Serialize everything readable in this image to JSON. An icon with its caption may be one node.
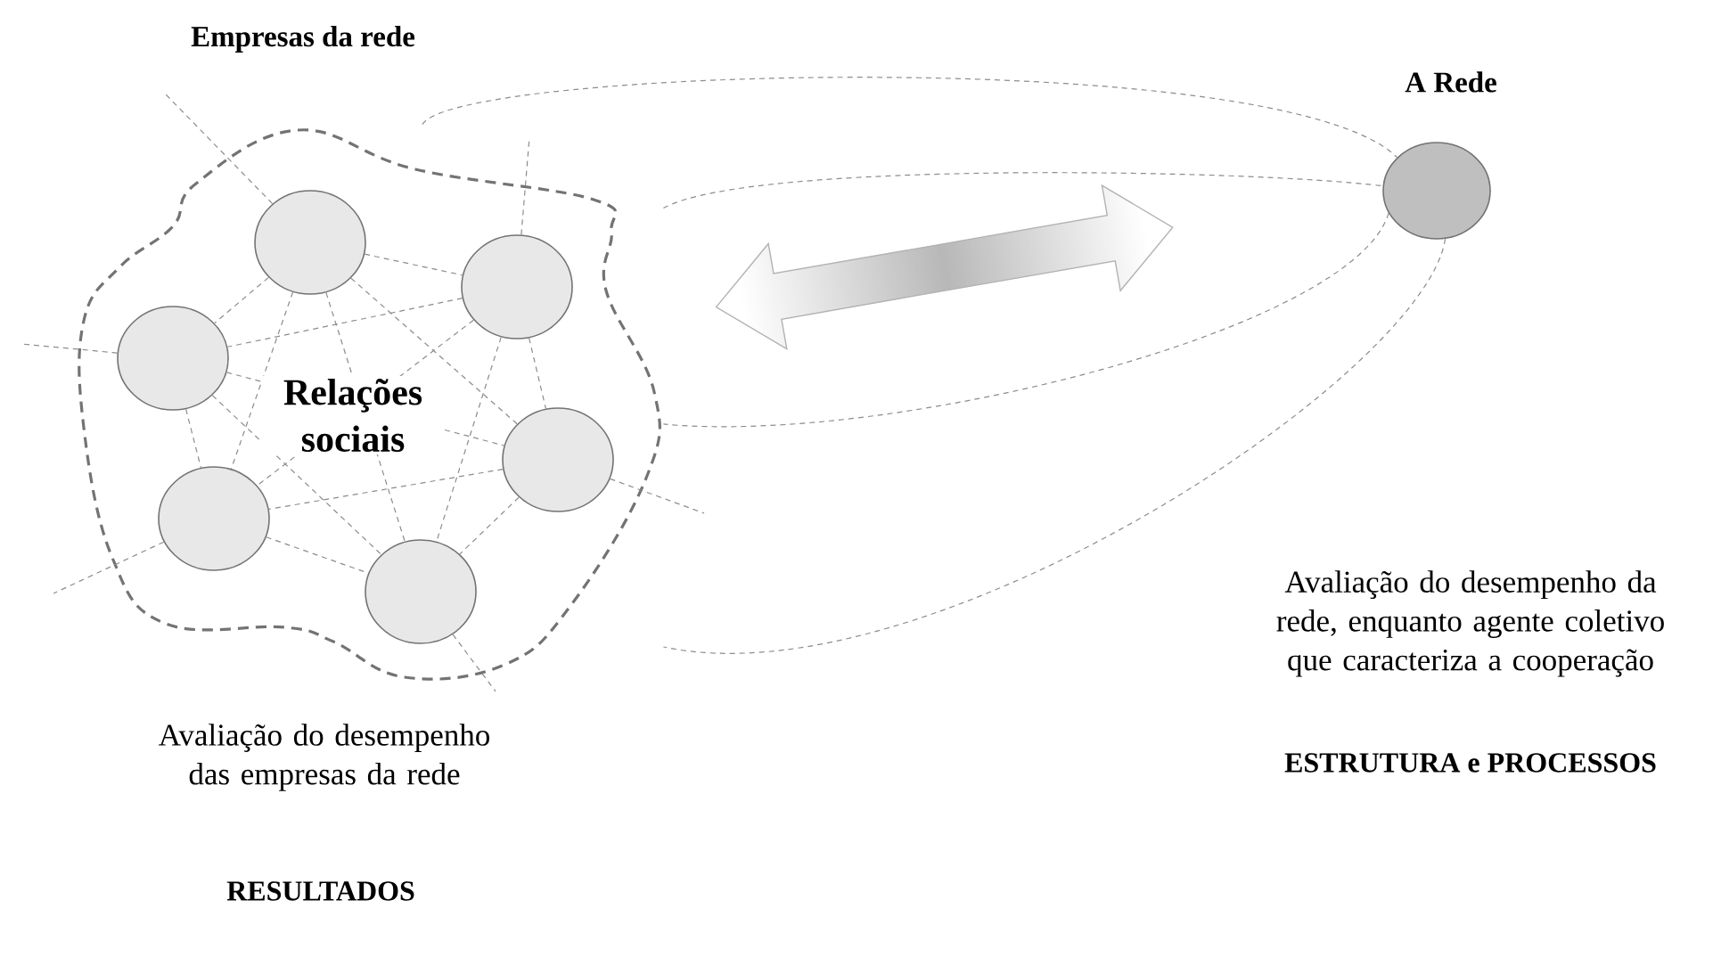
{
  "diagram": {
    "nodes": [
      {
        "text": [
          "Empresas da rede"
        ]
      },
      {
        "text": [],
        "shape": "circle",
        "in": 0
      },
      {
        "text": [],
        "shape": "circle",
        "in": 0
      },
      {
        "text": [],
        "shape": "circle",
        "in": 0
      },
      {
        "text": [],
        "shape": "circle",
        "in": 0
      },
      {
        "text": [],
        "shape": "circle",
        "in": 0
      },
      {
        "text": [],
        "shape": "circle",
        "in": 0
      },
      {
        "text": [
          "A Rede"
        ]
      }
    ],
    "edges": [
      {
        "from": 1,
        "to": 2,
        "arrow": "none",
        "style": "dashed"
      },
      {
        "from": 1,
        "to": 3,
        "arrow": "none",
        "style": "dashed"
      },
      {
        "from": 1,
        "to": 4,
        "arrow": "none",
        "style": "dashed"
      },
      {
        "from": 1,
        "to": 5,
        "arrow": "none",
        "style": "dashed"
      },
      {
        "from": 1,
        "to": 6,
        "arrow": "none",
        "style": "dashed"
      },
      {
        "from": 2,
        "to": 3,
        "arrow": "none",
        "style": "dashed"
      },
      {
        "from": 2,
        "to": 4,
        "arrow": "none",
        "style": "dashed"
      },
      {
        "from": 2,
        "to": 5,
        "arrow": "none",
        "style": "dashed"
      },
      {
        "from": 2,
        "to": 6,
        "arrow": "none",
        "style": "dashed"
      },
      {
        "from": 3,
        "to": 4,
        "arrow": "none",
        "style": "dashed"
      },
      {
        "from": 3,
        "to": 5,
        "arrow": "none",
        "style": "dashed"
      },
      {
        "from": 3,
        "to": 6,
        "arrow": "none",
        "style": "dashed"
      },
      {
        "from": 4,
        "to": 5,
        "arrow": "none",
        "style": "dashed"
      },
      {
        "from": 4,
        "to": 6,
        "arrow": "none",
        "style": "dashed"
      },
      {
        "from": 5,
        "to": 6,
        "arrow": "none",
        "style": "dashed"
      },
      {
        "from": 1,
        "to": null,
        "arrow": "none",
        "style": "dashed"
      },
      {
        "from": 2,
        "to": null,
        "arrow": "none",
        "style": "dashed"
      },
      {
        "from": 3,
        "to": null,
        "arrow": "none",
        "style": "dashed"
      },
      {
        "from": 4,
        "to": null,
        "arrow": "none",
        "style": "dashed"
      },
      {
        "from": 5,
        "to": null,
        "arrow": "none",
        "style": "dashed"
      },
      {
        "from": 6,
        "to": null,
        "arrow": "none",
        "style": "dashed"
      },
      {
        "from": 0,
        "to": 7,
        "arrow": "none",
        "style": "dashed"
      },
      {
        "from": 0,
        "to": 7,
        "arrow": "none",
        "style": "dashed"
      },
      {
        "from": 7,
        "to": 0,
        "arrow": "none",
        "style": "dashed"
      },
      {
        "from": 7,
        "to": 0,
        "arrow": "none",
        "style": "dashed"
      },
      {
        "from": 0,
        "to": 7,
        "arrow": "both",
        "style": "thick"
      }
    ],
    "labels": [
      "Relações sociais",
      "Avaliação do desempenho das empresas da rede",
      "RESULTADOS",
      "Avaliação do desempenho da rede, enquanto agente coletivo que caracteriza a cooperação",
      "ESTRUTURA e PROCESSOS"
    ]
  }
}
